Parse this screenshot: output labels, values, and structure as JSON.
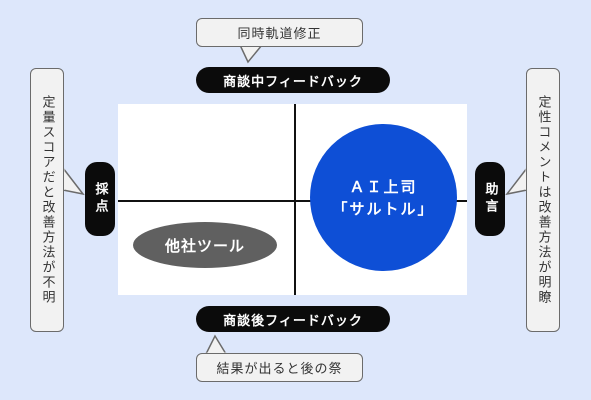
{
  "top_bubble": "同時軌道修正",
  "top_pill": "商談中フィードバック",
  "bottom_pill": "商談後フィードバック",
  "bottom_bubble": "結果が出ると後の祭",
  "left_pill": "採点",
  "right_pill": "助言",
  "left_bubble": "定量スコアだと改善方法が不明",
  "right_bubble": "定性コメントは改善方法が明瞭",
  "gray_ellipse": "他社ツール",
  "blue_circle": {
    "line1": "ＡＩ上司",
    "line2": "「サルトル」"
  },
  "colors": {
    "background": "#dde7fb",
    "pill": "#0b0b0b",
    "blue": "#0e4fd6",
    "gray": "#606060"
  }
}
